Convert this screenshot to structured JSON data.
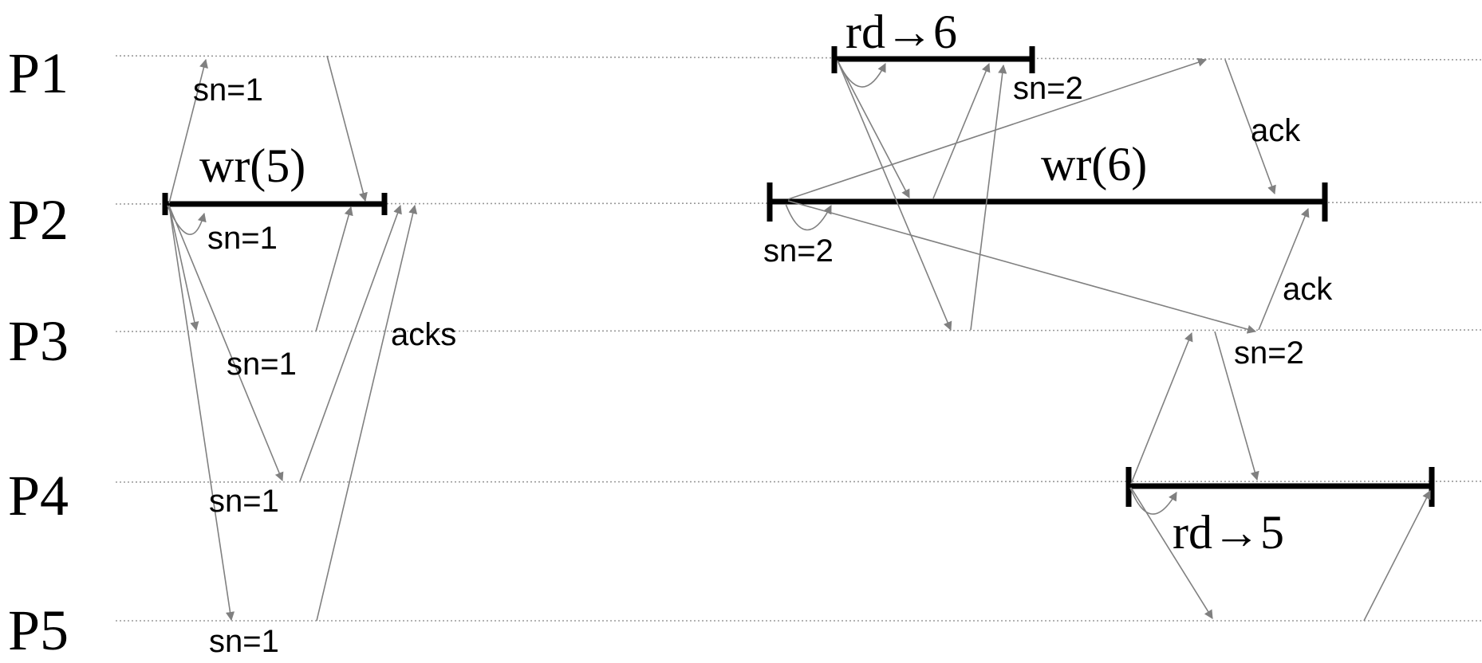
{
  "processes": [
    "P1",
    "P2",
    "P3",
    "P4",
    "P5"
  ],
  "operations": {
    "wr5": "wr(5)",
    "rd6": "rd→6",
    "wr6": "wr(6)",
    "rd5": "rd→5"
  },
  "message_labels": {
    "p1_sn1": "sn=1",
    "p2_sn1": "sn=1",
    "p3_sn1": "sn=1",
    "p4_sn1": "sn=1",
    "p5_sn1": "sn=1",
    "acks": "acks",
    "p1_sn2": "sn=2",
    "ack_p1": "ack",
    "p2_sn2": "sn=2",
    "ack_p3": "ack",
    "p3_sn2": "sn=2"
  },
  "colors": {
    "timeline": "#9a9a9a",
    "message": "#808080",
    "operation": "#000000"
  }
}
